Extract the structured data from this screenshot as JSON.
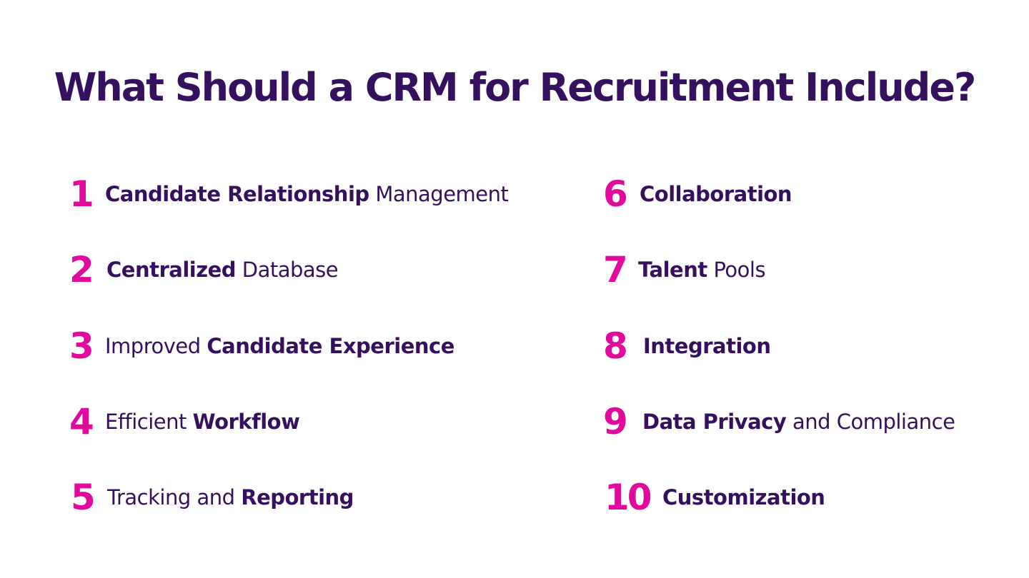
{
  "title": "What Should a CRM for Recruitment Include?",
  "colors": {
    "heading": "#35105e",
    "number": "#e20a9c",
    "background": "#ffffff"
  },
  "items": [
    {
      "number": "1",
      "parts": [
        {
          "text": "Candidate Relationship",
          "bold": true
        },
        {
          "text": " Management",
          "bold": false
        }
      ]
    },
    {
      "number": "2",
      "parts": [
        {
          "text": "Centralized",
          "bold": true
        },
        {
          "text": " Database",
          "bold": false
        }
      ]
    },
    {
      "number": "3",
      "parts": [
        {
          "text": "Improved ",
          "bold": false
        },
        {
          "text": "Candidate Experience",
          "bold": true
        }
      ]
    },
    {
      "number": "4",
      "parts": [
        {
          "text": "Efficient ",
          "bold": false
        },
        {
          "text": "Workflow",
          "bold": true
        }
      ]
    },
    {
      "number": "5",
      "parts": [
        {
          "text": "Tracking and ",
          "bold": false
        },
        {
          "text": "Reporting",
          "bold": true
        }
      ]
    },
    {
      "number": "6",
      "parts": [
        {
          "text": "Collaboration",
          "bold": true
        }
      ]
    },
    {
      "number": "7",
      "parts": [
        {
          "text": "Talent",
          "bold": true
        },
        {
          "text": " Pools",
          "bold": false
        }
      ]
    },
    {
      "number": "8",
      "parts": [
        {
          "text": "Integration",
          "bold": true
        }
      ]
    },
    {
      "number": "9",
      "parts": [
        {
          "text": "Data Privacy",
          "bold": true
        },
        {
          "text": " and Compliance",
          "bold": false
        }
      ]
    },
    {
      "number": "10",
      "parts": [
        {
          "text": "Customization",
          "bold": true
        }
      ]
    }
  ]
}
